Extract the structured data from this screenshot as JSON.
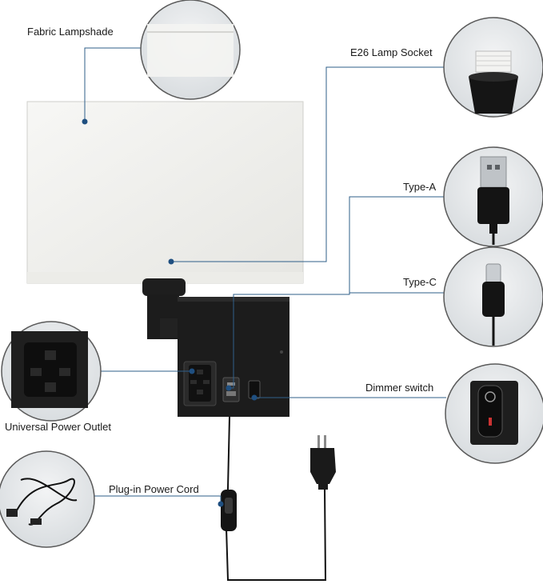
{
  "callouts": {
    "lampshade": "Fabric Lampshade",
    "socket": "E26 Lamp Socket",
    "type_a": "Type-A",
    "type_c": "Type-C",
    "dimmer": "Dimmer switch",
    "outlet": "Universal Power Outlet",
    "cord": "Plug-in Power Cord"
  },
  "colors": {
    "line": "#2f5f8a",
    "dot": "#1f4f80",
    "circle_bg": "#e9ecef",
    "lamp_black": "#1c1c1c"
  }
}
